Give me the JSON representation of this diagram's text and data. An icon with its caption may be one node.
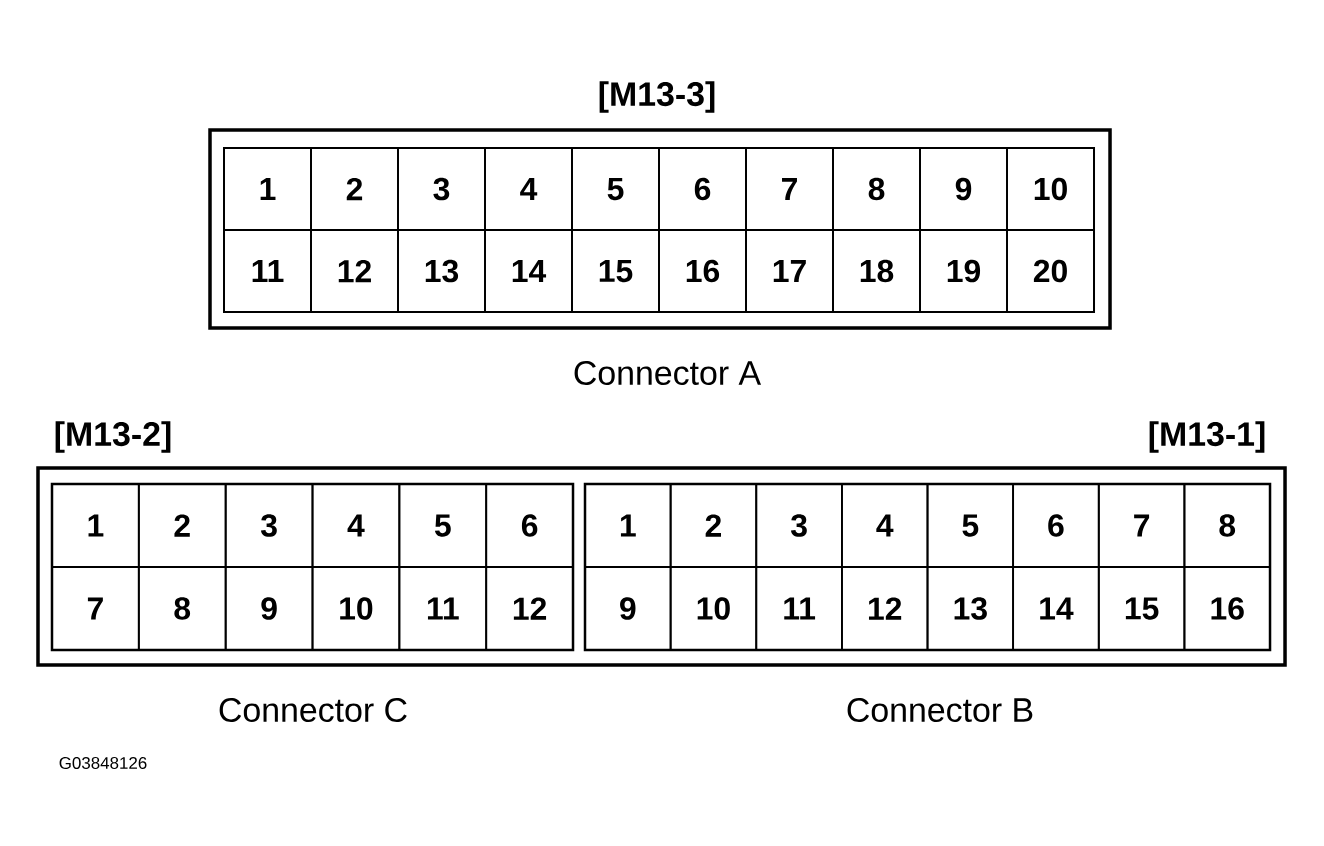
{
  "diagram": {
    "nodes": [
      {
        "text": [
          "[M13-3]"
        ],
        "beside": [
          "Connector A"
        ]
      },
      {
        "text": [
          "1"
        ],
        "in": 0
      },
      {
        "text": [
          "2"
        ],
        "in": 0
      },
      {
        "text": [
          "3"
        ],
        "in": 0
      },
      {
        "text": [
          "4"
        ],
        "in": 0
      },
      {
        "text": [
          "5"
        ],
        "in": 0
      },
      {
        "text": [
          "6"
        ],
        "in": 0
      },
      {
        "text": [
          "7"
        ],
        "in": 0
      },
      {
        "text": [
          "8"
        ],
        "in": 0
      },
      {
        "text": [
          "9"
        ],
        "in": 0
      },
      {
        "text": [
          "10"
        ],
        "in": 0
      },
      {
        "text": [
          "11"
        ],
        "in": 0
      },
      {
        "text": [
          "12"
        ],
        "in": 0
      },
      {
        "text": [
          "13"
        ],
        "in": 0
      },
      {
        "text": [
          "14"
        ],
        "in": 0
      },
      {
        "text": [
          "15"
        ],
        "in": 0
      },
      {
        "text": [
          "16"
        ],
        "in": 0
      },
      {
        "text": [
          "17"
        ],
        "in": 0
      },
      {
        "text": [
          "18"
        ],
        "in": 0
      },
      {
        "text": [
          "19"
        ],
        "in": 0
      },
      {
        "text": [
          "20"
        ],
        "in": 0
      },
      {
        "text": [],
        "shape": "box"
      },
      {
        "text": [
          "[M13-2]"
        ],
        "beside": [
          "Connector C"
        ],
        "in": 21
      },
      {
        "text": [
          "1"
        ],
        "in": 22
      },
      {
        "text": [
          "2"
        ],
        "in": 22
      },
      {
        "text": [
          "3"
        ],
        "in": 22
      },
      {
        "text": [
          "4"
        ],
        "in": 22
      },
      {
        "text": [
          "5"
        ],
        "in": 22
      },
      {
        "text": [
          "6"
        ],
        "in": 22
      },
      {
        "text": [
          "7"
        ],
        "in": 22
      },
      {
        "text": [
          "8"
        ],
        "in": 22
      },
      {
        "text": [
          "9"
        ],
        "in": 22
      },
      {
        "text": [
          "10"
        ],
        "in": 22
      },
      {
        "text": [
          "11"
        ],
        "in": 22
      },
      {
        "text": [
          "12"
        ],
        "in": 22
      },
      {
        "text": [
          "[M13-1]"
        ],
        "beside": [
          "Connector B"
        ],
        "in": 21
      },
      {
        "text": [
          "1"
        ],
        "in": 35
      },
      {
        "text": [
          "2"
        ],
        "in": 35
      },
      {
        "text": [
          "3"
        ],
        "in": 35
      },
      {
        "text": [
          "4"
        ],
        "in": 35
      },
      {
        "text": [
          "5"
        ],
        "in": 35
      },
      {
        "text": [
          "6"
        ],
        "in": 35
      },
      {
        "text": [
          "7"
        ],
        "in": 35
      },
      {
        "text": [
          "8"
        ],
        "in": 35
      },
      {
        "text": [
          "9"
        ],
        "in": 35
      },
      {
        "text": [
          "10"
        ],
        "in": 35
      },
      {
        "text": [
          "11"
        ],
        "in": 35
      },
      {
        "text": [
          "12"
        ],
        "in": 35
      },
      {
        "text": [
          "13"
        ],
        "in": 35
      },
      {
        "text": [
          "14"
        ],
        "in": 35
      },
      {
        "text": [
          "15"
        ],
        "in": 35
      },
      {
        "text": [
          "16"
        ],
        "in": 35
      }
    ],
    "labels": [
      "G03848126"
    ]
  }
}
